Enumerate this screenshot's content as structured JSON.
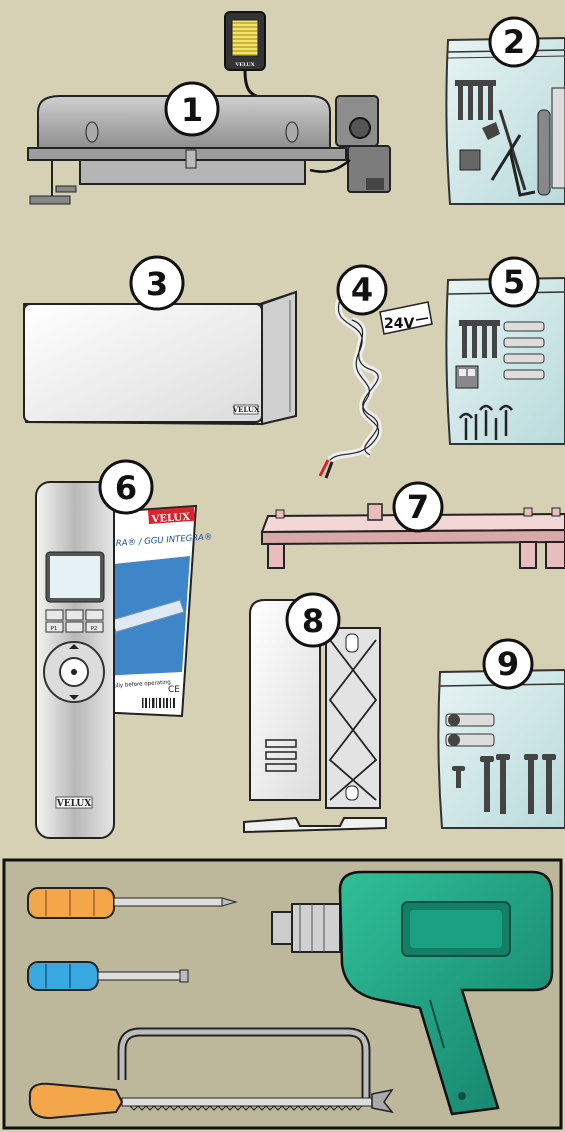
{
  "colors": {
    "background": "#d6d1b5",
    "tools_panel": "#bdb79b",
    "drill": "#1e9e7e",
    "screwdriver_orange": "#f4a64a",
    "screwdriver_blue": "#3aa8e0",
    "velux_red": "#d9232d",
    "rail_pink": "#e9bdbd"
  },
  "badges": [
    "1",
    "2",
    "3",
    "4",
    "5",
    "6",
    "7",
    "8",
    "9"
  ],
  "labels": {
    "voltage": "24V",
    "brand": "VELUX",
    "leaflet_title": "RA® / GGU INTEGRA®",
    "leaflet_note": "refully before operating",
    "ce_mark": "CE",
    "remote_key_p1": "P1",
    "remote_key_p2": "P2"
  },
  "icons": [
    "motor-unit-icon",
    "screw-bag-icon",
    "cover-icon",
    "cable-icon",
    "fixing-bag-icon",
    "remote-control-icon",
    "bracket-rail-icon",
    "wall-holder-icon",
    "screw-bag-small-icon",
    "screwdriver-icon",
    "drill-icon",
    "hacksaw-icon"
  ]
}
